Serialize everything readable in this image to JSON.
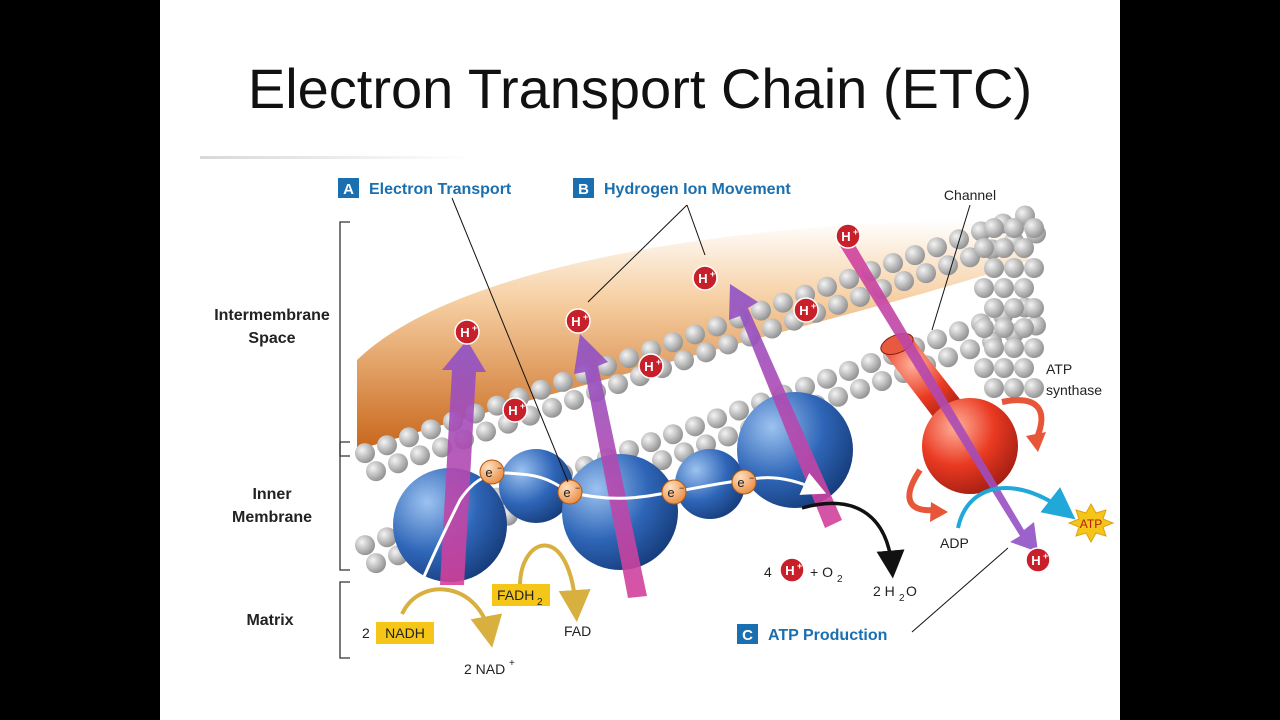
{
  "slide": {
    "title": "Electron Transport Chain (ETC)"
  },
  "diagram": {
    "regions": {
      "intermembrane_line1": "Intermembrane",
      "intermembrane_line2": "Space",
      "inner_line1": "Inner",
      "inner_line2": "Membrane",
      "matrix": "Matrix"
    },
    "sections": {
      "a_letter": "A",
      "a_label": "Electron Transport",
      "b_letter": "B",
      "b_label": "Hydrogen Ion Movement",
      "c_letter": "C",
      "c_label": "ATP Production"
    },
    "labels": {
      "channel": "Channel",
      "atp_synthase_line1": "ATP",
      "atp_synthase_line2": "synthase",
      "adp": "ADP",
      "atp": "ATP",
      "electron": "e",
      "electron_charge": "−",
      "h_ion": "H",
      "h_charge": "+",
      "nadh_count": "2",
      "nadh": "NADH",
      "nad_count": "2 NAD",
      "nad_charge": "+",
      "fadh": "FADH",
      "fadh_sub": "2",
      "fad": "FAD",
      "oxygen_count": "4",
      "oxygen_plus": "+ O",
      "oxygen_sub": "2",
      "water_count": "2 H",
      "water_sub": "2",
      "water_o": "O"
    },
    "colors": {
      "section_badge": "#1a6fb0",
      "section_text": "#1a6fb0",
      "proton": "#c8202a",
      "electron": "#f0a050",
      "protein": "#2f66b8",
      "arrow_purple": "#8a4fc0",
      "arrow_pink": "#d0409a",
      "nadh_box": "#f5c518",
      "atp_synthase": "#e02a20",
      "cyan_arrow": "#1fa8d8"
    }
  }
}
